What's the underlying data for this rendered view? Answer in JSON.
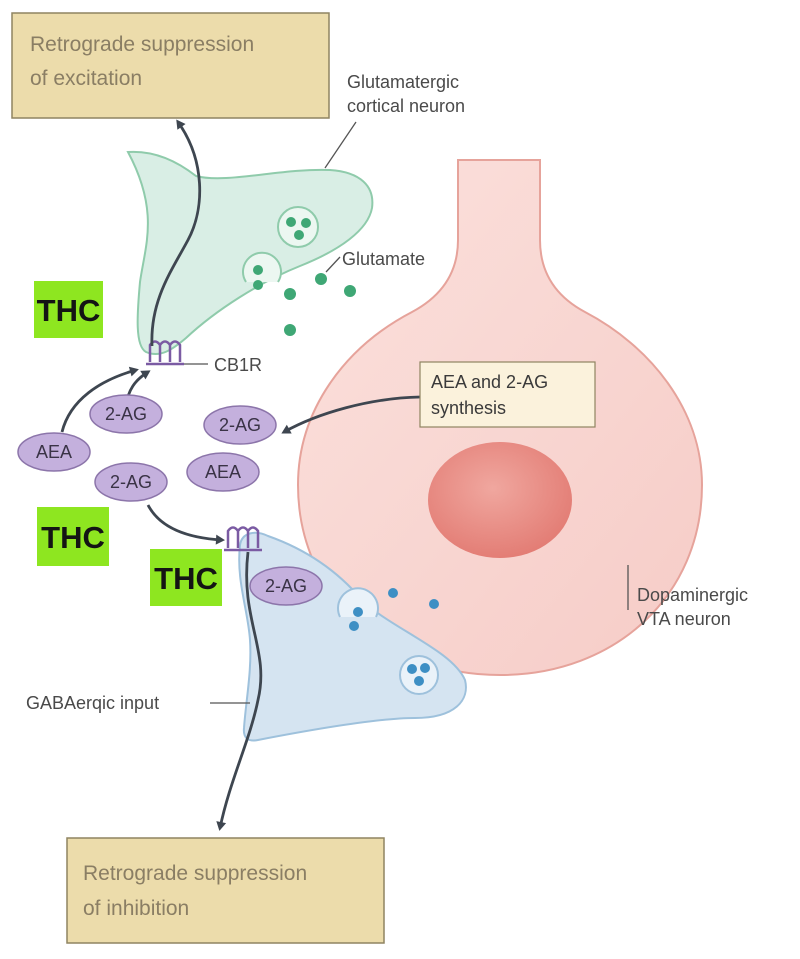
{
  "boxes": {
    "top": {
      "line1": "Retrograde suppression",
      "line2": "of excitation"
    },
    "bottom": {
      "line1": "Retrograde suppression",
      "line2": "of inhibition"
    },
    "synthesis": {
      "line1": "AEA and 2-AG",
      "line2": "synthesis"
    }
  },
  "labels": {
    "glutamatergic": {
      "line1": "Glutamatergic",
      "line2": "cortical neuron"
    },
    "glutamate": "Glutamate",
    "cb1r": "CB1R",
    "dopaminergic": {
      "line1": "Dopaminergic",
      "line2": "VTA neuron"
    },
    "gabaergic": "GABAerqic input"
  },
  "thc": {
    "a": "THC",
    "b": "THC",
    "c": "THC"
  },
  "molecules": {
    "two_ag": "2-AG",
    "aea": "AEA"
  },
  "colors": {
    "box_fill": "#ecdcab",
    "box_stroke": "#8f8461",
    "thc_fill": "#8ee620",
    "green_neuron_fill": "#d9eee5",
    "green_neuron_stroke": "#8fcbab",
    "blue_neuron_fill": "#d5e4f1",
    "blue_neuron_stroke": "#9ec1dc",
    "vta_fill": "#f9d6d2",
    "vta_stroke": "#e6a39b",
    "nucleus_fill": "#e9877f",
    "oval_fill": "#c4b0dd",
    "oval_stroke": "#8c75aa",
    "arrow": "#3e4650"
  }
}
